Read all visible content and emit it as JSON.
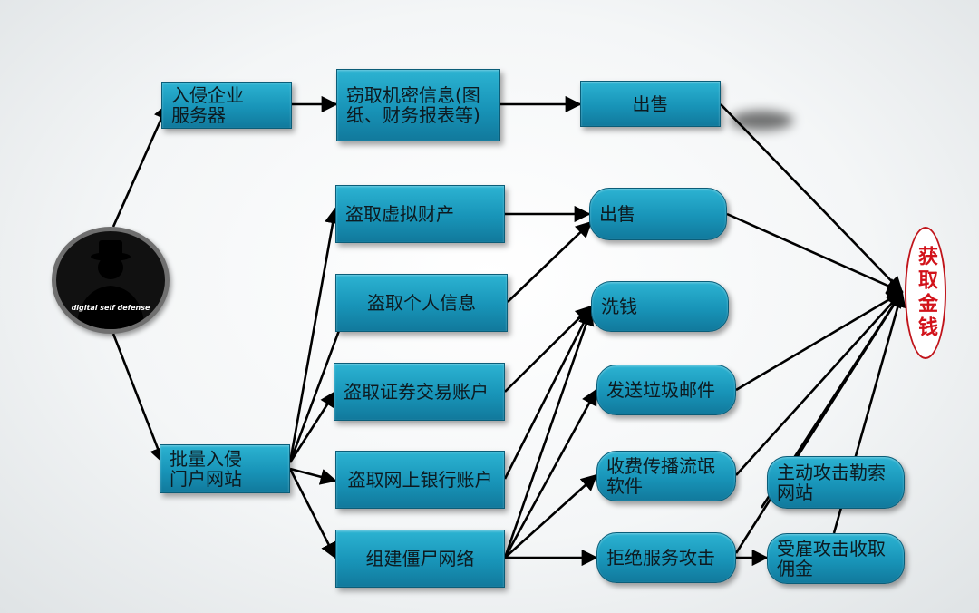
{
  "hacker": {
    "caption": "digital self defense",
    "icon": "hacker-silhouette-icon"
  },
  "nodes": {
    "intrude_server": "入侵企业服务器",
    "steal_secrets": "窃取机密信息(图纸、财务报表等)",
    "sell_1": "出售",
    "mass_intrude": "批量入侵门户网站",
    "steal_virtual": "盗取虚拟财产",
    "steal_personal": "盗取个人信息",
    "steal_securities": "盗取证券交易账户",
    "steal_bank": "盗取网上银行账户",
    "botnet": "组建僵尸网络",
    "sell_2": "出售",
    "launder": "洗钱",
    "spam": "发送垃圾邮件",
    "rogueware": "收费传播流氓软件",
    "ddos": "拒绝服务攻击",
    "ransom": "主动攻击勒索网站",
    "hired": "受雇攻击收取佣金",
    "profit": "获取金钱"
  },
  "colors": {
    "node": "#1894b8",
    "edge": "#000000",
    "target": "#d2121a"
  }
}
